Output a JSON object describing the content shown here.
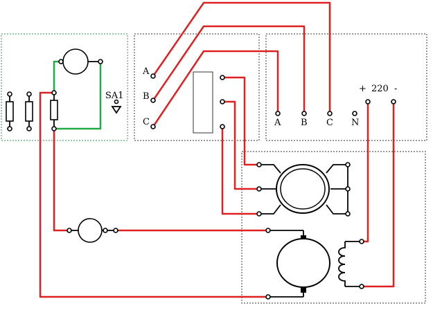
{
  "terminals": {
    "left_a": "A",
    "left_b": "B",
    "left_c": "C",
    "right_a": "A",
    "right_b": "B",
    "right_c": "C",
    "right_n": "N",
    "plus": "+",
    "voltage": "220",
    "minus": "-"
  },
  "switch_label": "SA1",
  "colors": {
    "wire_red": "#e02020",
    "wire_green": "#22aa44",
    "outline": "#000000"
  }
}
